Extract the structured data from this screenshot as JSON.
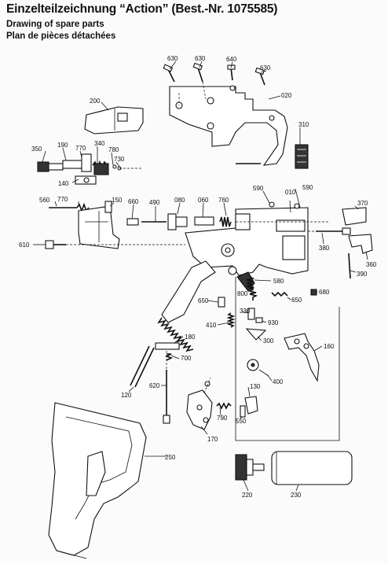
{
  "header": {
    "title": "Einzelteilzeichnung “Action” (Best.-Nr. 1075585)",
    "subtitle_en": "Drawing of spare parts",
    "subtitle_fr": "Plan de pièces détachées"
  },
  "parts": [
    "630",
    "630",
    "640",
    "630",
    "020",
    "200",
    "310",
    "350",
    "190",
    "770",
    "340",
    "780",
    "730",
    "140",
    "590",
    "010",
    "590",
    "370",
    "560",
    "770",
    "150",
    "660",
    "490",
    "080",
    "060",
    "760",
    "610",
    "380",
    "360",
    "390",
    "580",
    "680",
    "800",
    "650",
    "650",
    "410",
    "330",
    "930",
    "300",
    "160",
    "180",
    "700",
    "400",
    "620",
    "120",
    "130",
    "790",
    "550",
    "170",
    "250",
    "220",
    "230"
  ]
}
